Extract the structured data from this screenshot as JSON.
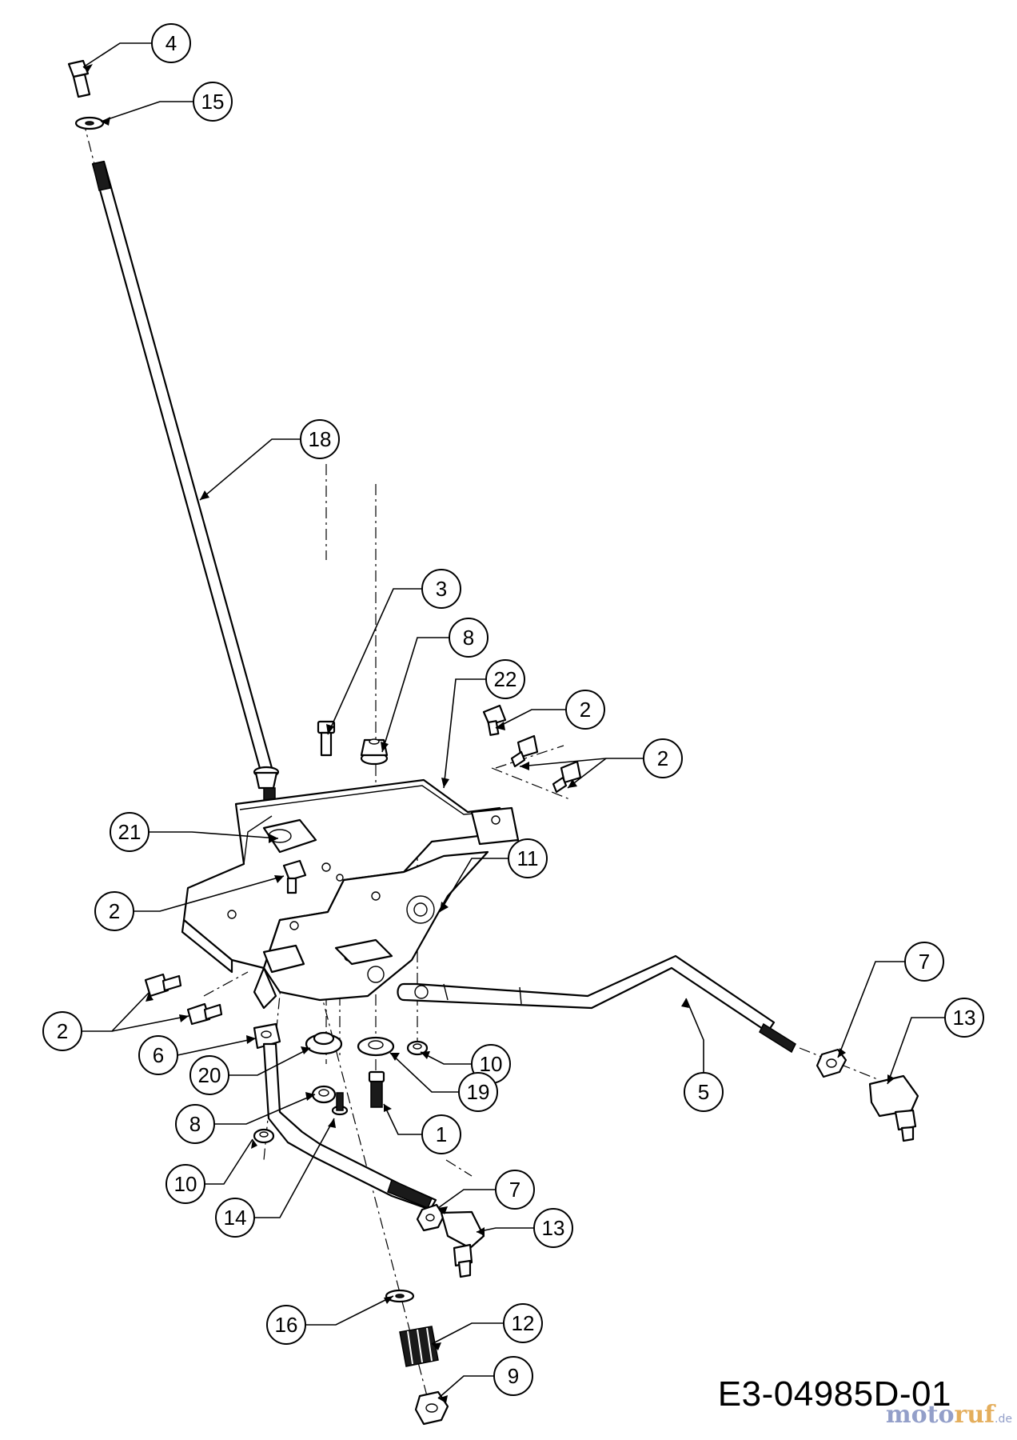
{
  "drawing_number": "E3-04985D-01",
  "watermark": {
    "main": "moto",
    "accent": "ruf",
    "tld": ".de"
  },
  "callouts": [
    {
      "id": "c4",
      "label": "4"
    },
    {
      "id": "c15",
      "label": "15"
    },
    {
      "id": "c18",
      "label": "18"
    },
    {
      "id": "c3",
      "label": "3"
    },
    {
      "id": "c8a",
      "label": "8"
    },
    {
      "id": "c22",
      "label": "22"
    },
    {
      "id": "c2a",
      "label": "2"
    },
    {
      "id": "c2b",
      "label": "2"
    },
    {
      "id": "c21",
      "label": "21"
    },
    {
      "id": "c11",
      "label": "11"
    },
    {
      "id": "c2c",
      "label": "2"
    },
    {
      "id": "c7a",
      "label": "7"
    },
    {
      "id": "c13a",
      "label": "13"
    },
    {
      "id": "c2d",
      "label": "2"
    },
    {
      "id": "c6",
      "label": "6"
    },
    {
      "id": "c10a",
      "label": "10"
    },
    {
      "id": "c20",
      "label": "20"
    },
    {
      "id": "c19",
      "label": "19"
    },
    {
      "id": "c5",
      "label": "5"
    },
    {
      "id": "c8b",
      "label": "8"
    },
    {
      "id": "c1",
      "label": "1"
    },
    {
      "id": "c10b",
      "label": "10"
    },
    {
      "id": "c14",
      "label": "14"
    },
    {
      "id": "c7b",
      "label": "7"
    },
    {
      "id": "c13b",
      "label": "13"
    },
    {
      "id": "c16",
      "label": "16"
    },
    {
      "id": "c12",
      "label": "12"
    },
    {
      "id": "c9",
      "label": "9"
    }
  ]
}
